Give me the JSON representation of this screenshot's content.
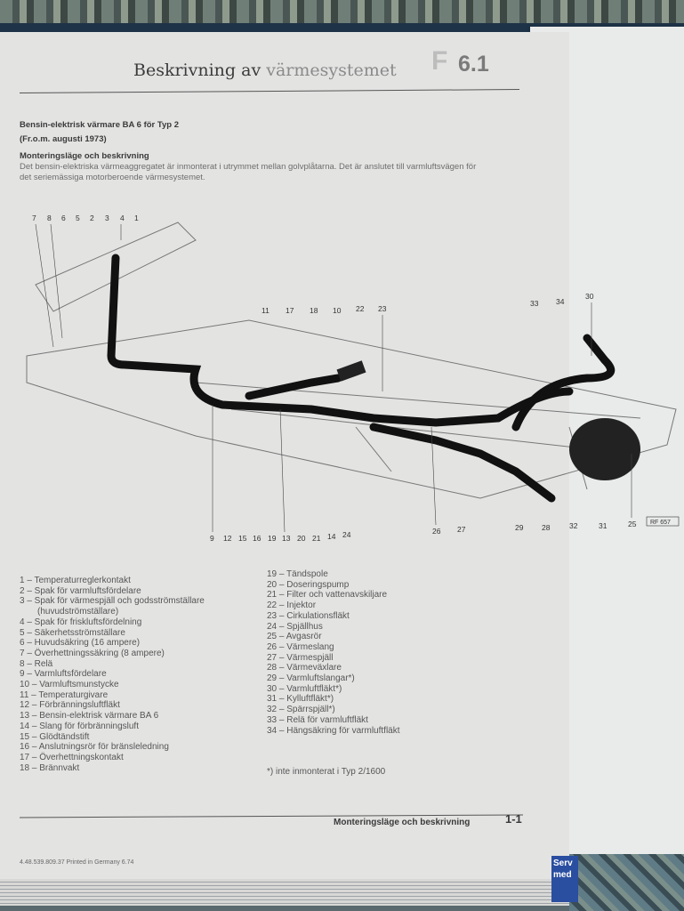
{
  "header": {
    "title_main": "Beskrivning av",
    "title_light": "värmesystemet",
    "section_letter": "F",
    "section_number": "6.1"
  },
  "intro": {
    "heading": "Bensin-elektrisk värmare BA 6 för Typ 2",
    "date_note": "(Fr.o.m. augusti 1973)",
    "subheading": "Monteringsläge och beskrivning",
    "text": "Det bensin-elektriska värmeaggregatet är inmonterat i utrymmet mellan golvplåtarna. Det är anslutet till varmluftsvägen för det seriemässiga motorberoende värmesystemet."
  },
  "diagram": {
    "callouts": [
      "1",
      "2",
      "3",
      "4",
      "5",
      "6",
      "7",
      "8",
      "9",
      "10",
      "11",
      "12",
      "13",
      "14",
      "15",
      "16",
      "17",
      "18",
      "19",
      "20",
      "21",
      "22",
      "23",
      "24",
      "25",
      "26",
      "27",
      "28",
      "29",
      "30",
      "31",
      "32",
      "33",
      "34"
    ],
    "figure_code": "RF 657"
  },
  "legend_left": [
    "1 – Temperaturreglerkontakt",
    "2 – Spak för varmluftsfördelare",
    "3 – Spak för värmespjäll och godsströmställare",
    "(huvudströmställare)",
    "4 – Spak för friskluftsfördelning",
    "5 – Säkerhetsströmställare",
    "6 – Huvudsäkring (16 ampere)",
    "7 – Överhettningssäkring (8 ampere)",
    "8 – Relä",
    "9 – Varmluftsfördelare",
    "10 – Varmluftsmunstycke",
    "11 – Temperaturgivare",
    "12 – Förbränningsluftfläkt",
    "13 – Bensin-elektrisk värmare BA 6",
    "14 – Slang för förbränningsluft",
    "15 – Glödtändstift",
    "16 – Anslutningsrör för bränsleledning",
    "17 – Överhettningskontakt",
    "18 – Brännvakt"
  ],
  "legend_right": [
    "19 – Tändspole",
    "20 – Doseringspump",
    "21 – Filter och vattenavskiljare",
    "22 – Injektor",
    "23 – Cirkulationsfläkt",
    "24 – Spjällhus",
    "25 – Avgasrör",
    "26 – Värmeslang",
    "27 – Värmespjäll",
    "28 – Värmeväxlare",
    "29 – Varmluftslangar*)",
    "30 – Varmluftfläkt*)",
    "31 – Kylluftfläkt*)",
    "32 – Spärrspjäll*)",
    "33 – Relä för varmluftfläkt",
    "34 – Hängsäkring för varmluftfläkt"
  ],
  "footnote": "*) inte inmonterat i Typ 2/1600",
  "footer": {
    "section": "Monteringsläge och beskrivning",
    "page": "1-1",
    "print_info": "4.48.539.809.37  Printed in Germany 6.74"
  },
  "side_tab": {
    "line1": "Serv",
    "line2": "med"
  }
}
